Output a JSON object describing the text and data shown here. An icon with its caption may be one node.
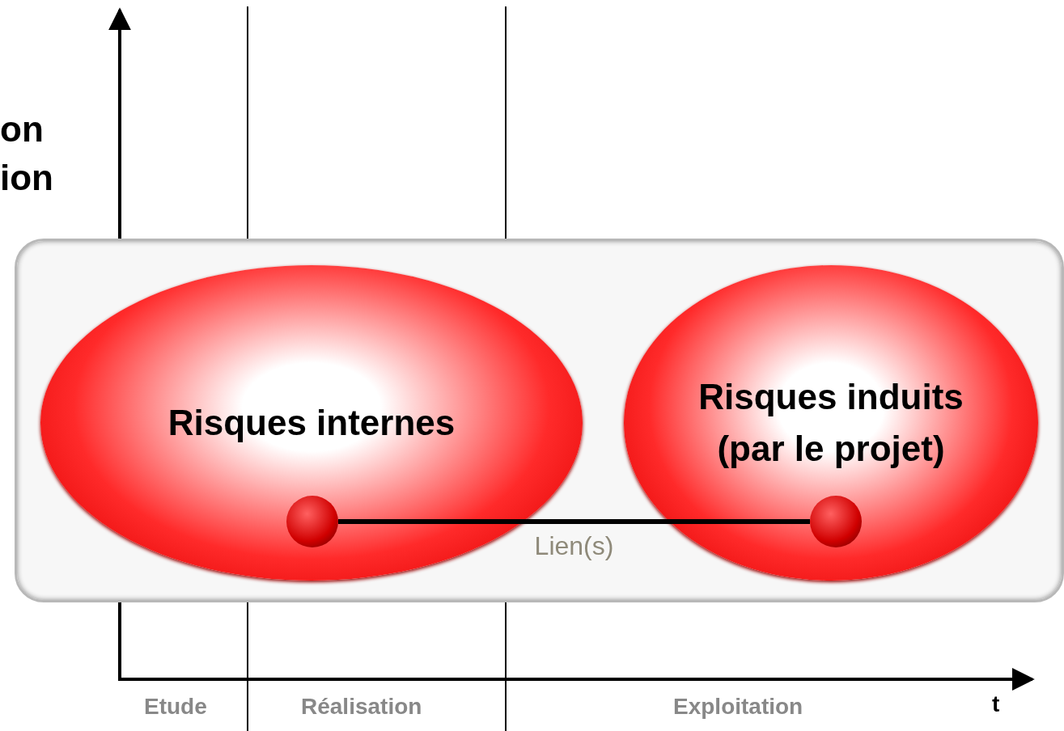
{
  "diagram": {
    "nodes": [
      {
        "text": [],
        "shape": "box"
      },
      {
        "text": [
          "Risques internes"
        ],
        "in": 0
      },
      {
        "text": [
          "Risques induits (par le projet)"
        ],
        "in": 0
      },
      {
        "text": [],
        "shape": "circle",
        "in": 1
      },
      {
        "text": [],
        "shape": "circle",
        "in": 2
      }
    ],
    "edges": [
      {
        "from": 3,
        "to": 4,
        "arrow": "none",
        "label": "Lien(s)"
      }
    ],
    "labels": [
      "on",
      "ion",
      "Etude",
      "Réalisation",
      "Exploitation",
      "t"
    ]
  }
}
